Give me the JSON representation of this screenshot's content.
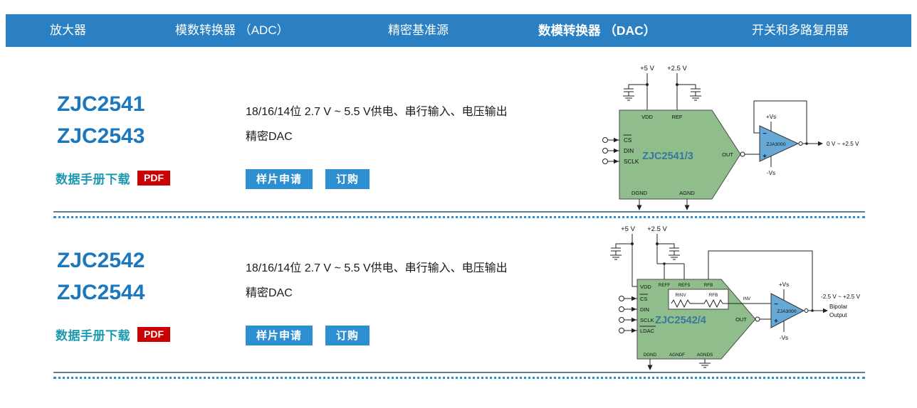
{
  "nav": {
    "items": [
      {
        "label": "放大器",
        "active": false
      },
      {
        "label": "模数转换器 （ADC）",
        "active": false
      },
      {
        "label": "精密基准源",
        "active": false
      },
      {
        "label": "数模转换器 （DAC）",
        "active": true
      },
      {
        "label": "开关和多路复用器",
        "active": false
      }
    ]
  },
  "colors": {
    "nav-bar": "#2A80C2",
    "link-blue": "#1B78BE",
    "teal": "#1B9AAF",
    "pdf-red": "#CC0000",
    "button-blue": "#2E8FD0",
    "chip-green": "#8FBE8C",
    "chip-text": "#38789E",
    "opamp-blue": "#66A9D6"
  },
  "products": [
    {
      "name_line1": "ZJC2541",
      "name_line2": "ZJC2543",
      "description_line1": "18/16/14位 2.7 V ~ 5.5 V供电、串行输入、电压输出",
      "description_line2": "精密DAC",
      "datasheet_label": "数据手册下载",
      "pdf_label": "PDF",
      "sample_button": "样片申请",
      "order_button": "订购",
      "diagram": {
        "supply_5v": "+5 V",
        "supply_2v5": "+2.5 V",
        "pin_vdd": "VDD",
        "pin_ref": "REF",
        "pin_cs": "CS",
        "pin_din": "DIN",
        "pin_sclk": "SCLK",
        "pin_dgnd": "DGND",
        "pin_agnd": "AGND",
        "pin_out": "OUT",
        "chip_label": "ZJC2541/3",
        "opamp_label": "ZJA3000",
        "opamp_minus": "−",
        "opamp_plus": "+",
        "vs_plus": "+Vs",
        "vs_minus": "-Vs",
        "output_range": "0 V ~ +2.5 V"
      }
    },
    {
      "name_line1": "ZJC2542",
      "name_line2": "ZJC2544",
      "description_line1": "18/16/14位 2.7 V ~ 5.5 V供电、串行输入、电压输出",
      "description_line2": "精密DAC",
      "datasheet_label": "数据手册下载",
      "pdf_label": "PDF",
      "sample_button": "样片申请",
      "order_button": "订购",
      "diagram": {
        "supply_5v": "+5 V",
        "supply_2v5": "+2.5 V",
        "pin_vdd": "VDD",
        "pin_reff": "REFF",
        "pin_refs": "REFS",
        "pin_rfb": "RFB",
        "res_rinv": "RINV",
        "res_rfb": "RFB",
        "pin_inv": "INV",
        "pin_cs": "CS",
        "pin_din": "DIN",
        "pin_sclk": "SCLK",
        "pin_ldac": "LDAC",
        "pin_dgnd": "DGND",
        "pin_agndf": "AGNDF",
        "pin_agnds": "AGNDS",
        "pin_out": "OUT",
        "chip_label": "ZJC2542/4",
        "opamp_label": "ZJA3000",
        "opamp_minus": "−",
        "opamp_plus": "+",
        "vs_plus": "+Vs",
        "vs_minus": "-Vs",
        "output_range": "-2.5 V ~ +2.5 V",
        "output_note_line1": "Bipolar",
        "output_note_line2": "Output"
      }
    }
  ]
}
